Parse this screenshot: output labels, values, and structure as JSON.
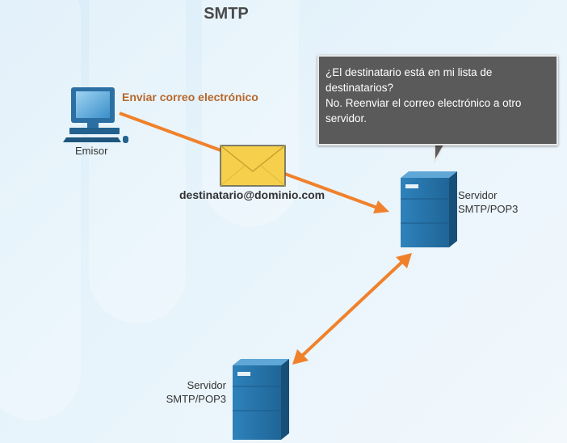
{
  "title": "SMTP",
  "sender": {
    "label": "Emisor",
    "icon": "computer-icon"
  },
  "send_label": "Enviar correo electrónico",
  "email": {
    "address": "destinatario@dominio.com",
    "icon": "envelope-icon"
  },
  "callout": {
    "lines": [
      "¿El destinatario está en mi lista de",
      "destinatarios?",
      "No. Reenviar el correo electrónico a otro",
      "servidor."
    ]
  },
  "server_top": {
    "label_line1": "Servidor",
    "label_line2": "SMTP/POP3",
    "icon": "server-icon"
  },
  "server_bottom": {
    "label_line1": "Servidor",
    "label_line2": "SMTP/POP3",
    "icon": "server-icon"
  },
  "colors": {
    "arrow": "#f0812b",
    "server": "#2b7ab0",
    "callout_bg": "#5a5a5a",
    "send_label": "#b7672a",
    "envelope": "#f6d04d"
  }
}
